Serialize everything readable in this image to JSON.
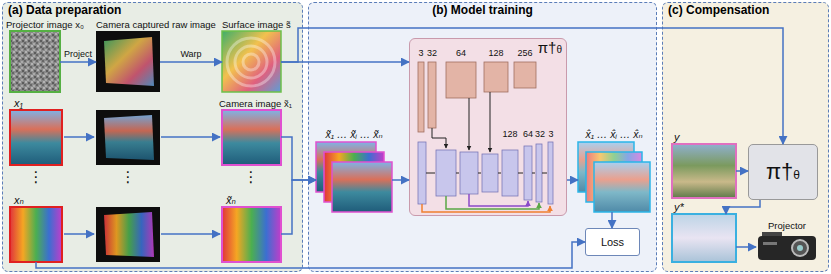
{
  "diagram": {
    "nodes": [
      {
        "text": [
          "(a) Data preparation"
        ]
      },
      {
        "text": [
          "Projector image x₀"
        ],
        "in": 0
      },
      {
        "text": [
          "Camera captured raw image"
        ],
        "in": 0
      },
      {
        "text": [
          "Surface image s̃"
        ],
        "in": 0
      },
      {
        "text": [
          "x₁"
        ],
        "in": 0
      },
      {
        "text": [
          "Camera image x̃₁"
        ],
        "in": 0
      },
      {
        "text": [
          "xₙ"
        ],
        "in": 0
      },
      {
        "text": [
          "x̃ₙ"
        ],
        "in": 0
      },
      {
        "text": [
          "(b) Model training"
        ]
      },
      {
        "text": [
          "x̃₁ … x̃ᵢ … x̃ₙ"
        ],
        "in": 8
      },
      {
        "text": [
          "π†θ"
        ],
        "in": 8
      },
      {
        "text": [
          "x̂₁ … x̂ᵢ … x̂ₙ"
        ],
        "in": 8
      },
      {
        "text": [
          "Loss"
        ],
        "in": 8
      },
      {
        "text": [
          "(c) Compensation"
        ]
      },
      {
        "text": [
          "y"
        ],
        "in": 13
      },
      {
        "text": [
          "π†θ"
        ],
        "in": 13
      },
      {
        "text": [
          "y*"
        ],
        "in": 13
      },
      {
        "text": [
          "Projector"
        ],
        "in": 13
      }
    ],
    "edges": [
      {
        "from": 1,
        "to": 2,
        "label": "Project",
        "arrow": "to"
      },
      {
        "from": 2,
        "to": 3,
        "label": "Warp",
        "arrow": "to"
      },
      {
        "from": 3,
        "to": 10,
        "arrow": "to"
      },
      {
        "from": 3,
        "to": 15,
        "arrow": "to"
      },
      {
        "from": 5,
        "to": 9,
        "arrow": "to"
      },
      {
        "from": 7,
        "to": 9,
        "arrow": "to"
      },
      {
        "from": 9,
        "to": 10,
        "arrow": "to"
      },
      {
        "from": 10,
        "to": 11,
        "arrow": "to"
      },
      {
        "from": 11,
        "to": 12,
        "arrow": "to"
      },
      {
        "from": 6,
        "to": 12,
        "arrow": "to"
      },
      {
        "from": 14,
        "to": 15,
        "arrow": "to"
      },
      {
        "from": 15,
        "to": 16,
        "arrow": "to"
      },
      {
        "from": 16,
        "to": 17,
        "arrow": "to"
      }
    ],
    "labels": [
      "3",
      "32",
      "64",
      "128",
      "256",
      "128",
      "64",
      "32",
      "3",
      "⋮",
      "⋮",
      "⋮"
    ]
  }
}
